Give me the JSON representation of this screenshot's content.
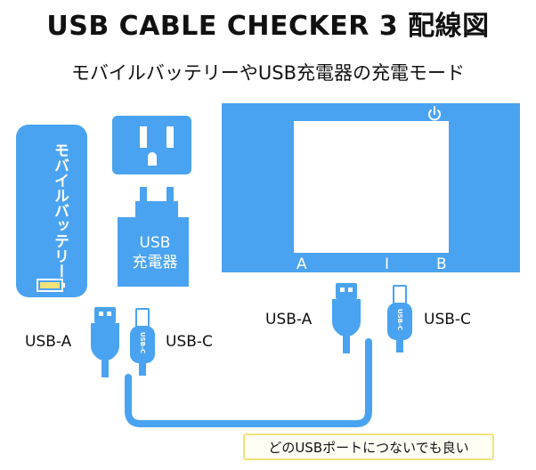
{
  "header": {
    "title": "USB CABLE CHECKER 3 配線図",
    "subtitle": "モバイルバッテリーやUSB充電器の充電モード"
  },
  "battery": {
    "label": "モバイルバッテリー"
  },
  "charger": {
    "line1": "USB",
    "line2": "充電器"
  },
  "screen": {
    "label_a": "A",
    "label_i": "I",
    "label_b": "B"
  },
  "left_cables": {
    "usb_a": "USB-A",
    "usb_c": "USB-C",
    "plug_text": "USB-C"
  },
  "right_cables": {
    "usb_a": "USB-A",
    "usb_c": "USB-C",
    "plug_text": "USB-C"
  },
  "note": {
    "text": "どのUSBポートにつないでも良い"
  },
  "colors": {
    "accent": "#4aa3f0",
    "note_border": "#f2e27a",
    "text": "#111111"
  },
  "icons": [
    "power-icon",
    "battery-level-icon",
    "outlet-icon",
    "plug-icon"
  ]
}
